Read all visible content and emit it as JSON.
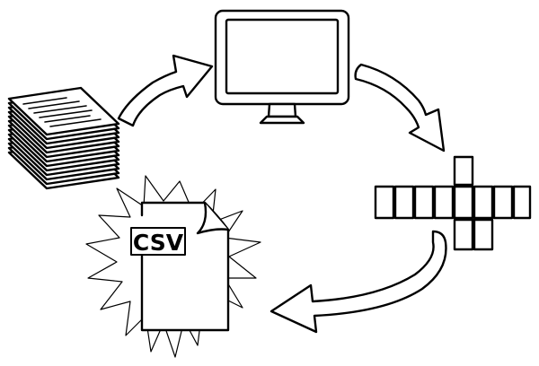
{
  "diagram": {
    "nodes": [
      {
        "id": "paper-stack",
        "icon": "paper-stack-icon"
      },
      {
        "id": "computer",
        "icon": "monitor-icon"
      },
      {
        "id": "grid",
        "icon": "grid-cells-icon"
      },
      {
        "id": "csv-file",
        "icon": "csv-file-icon",
        "label": "CSV"
      }
    ],
    "arrows": [
      {
        "from": "paper-stack",
        "to": "computer"
      },
      {
        "from": "computer",
        "to": "grid"
      },
      {
        "from": "grid",
        "to": "csv-file"
      }
    ],
    "colors": {
      "stroke": "#000000",
      "fill": "#ffffff"
    }
  }
}
